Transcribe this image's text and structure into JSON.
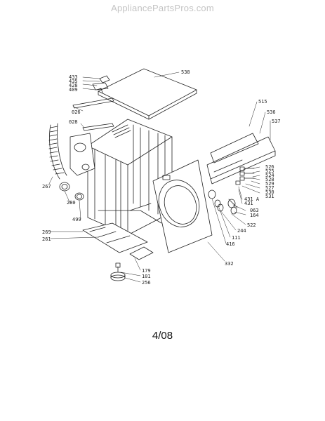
{
  "watermark": "AppliancePartsPros.com",
  "page_number": "4/08",
  "part_labels": {
    "p433": "433",
    "p435": "435",
    "p428": "428",
    "p409": "409",
    "p026": "026",
    "p028": "028",
    "p267": "267",
    "p280": "280",
    "p499": "499",
    "p269": "269",
    "p261": "261",
    "p179": "179",
    "p101": "101",
    "p256": "256",
    "p538": "538",
    "p515": "515",
    "p536": "536",
    "p537": "537",
    "p526": "526",
    "p525": "525",
    "p524": "524",
    "p528": "528",
    "p529": "529",
    "p527": "527",
    "p530": "530",
    "p531": "531",
    "p431A": "431 A",
    "p431": "431",
    "p063": "063",
    "p164": "164",
    "p522": "522",
    "p244": "244",
    "p111": "111",
    "p416": "416",
    "p332": "332"
  }
}
